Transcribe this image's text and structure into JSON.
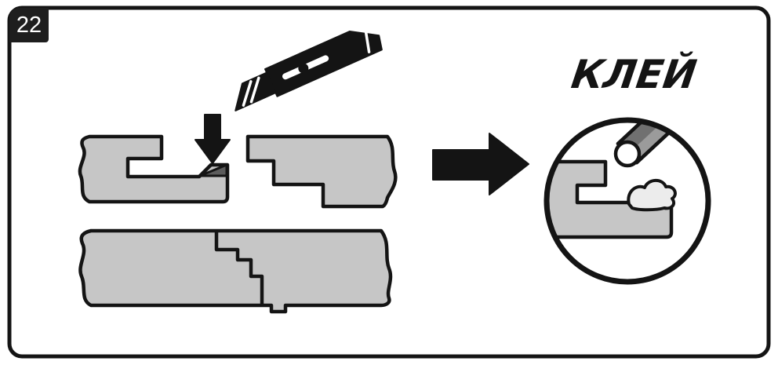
{
  "figure": {
    "step_number": "22",
    "glue_label": "КЛЕЙ"
  },
  "icons": {
    "knife": "utility-knife-icon",
    "cut_position": "arrow-down-icon",
    "result": "arrow-right-icon",
    "glue_detail": "detail-circle"
  },
  "colors": {
    "background": "#ffffff",
    "outline": "#141414",
    "plank_fill": "#c6c6c6",
    "cut_tip_fill": "#5c5c5c",
    "glue_blob_fill": "#ececec",
    "applicator_fill": "#9b9b9b",
    "applicator_shade": "#707070",
    "badge_bg": "#1e1e1e",
    "badge_text": "#ffffff"
  }
}
